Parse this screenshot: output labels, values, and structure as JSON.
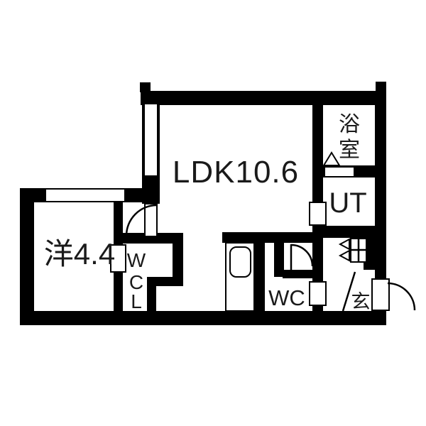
{
  "title": "apartment-floor-plan",
  "colors": {
    "wall": "#000000",
    "background": "#ffffff",
    "ink": "#1a1a1a"
  },
  "rooms": {
    "ldk": {
      "label": "LDK10.6"
    },
    "western": {
      "label": "洋4.4"
    },
    "wcl": {
      "chars": [
        "W",
        "C",
        "L"
      ]
    },
    "wc": {
      "label": "WC"
    },
    "ut": {
      "label": "UT"
    },
    "bath": {
      "chars": [
        "浴",
        "室"
      ]
    },
    "entrance": {
      "label": "玄"
    }
  }
}
